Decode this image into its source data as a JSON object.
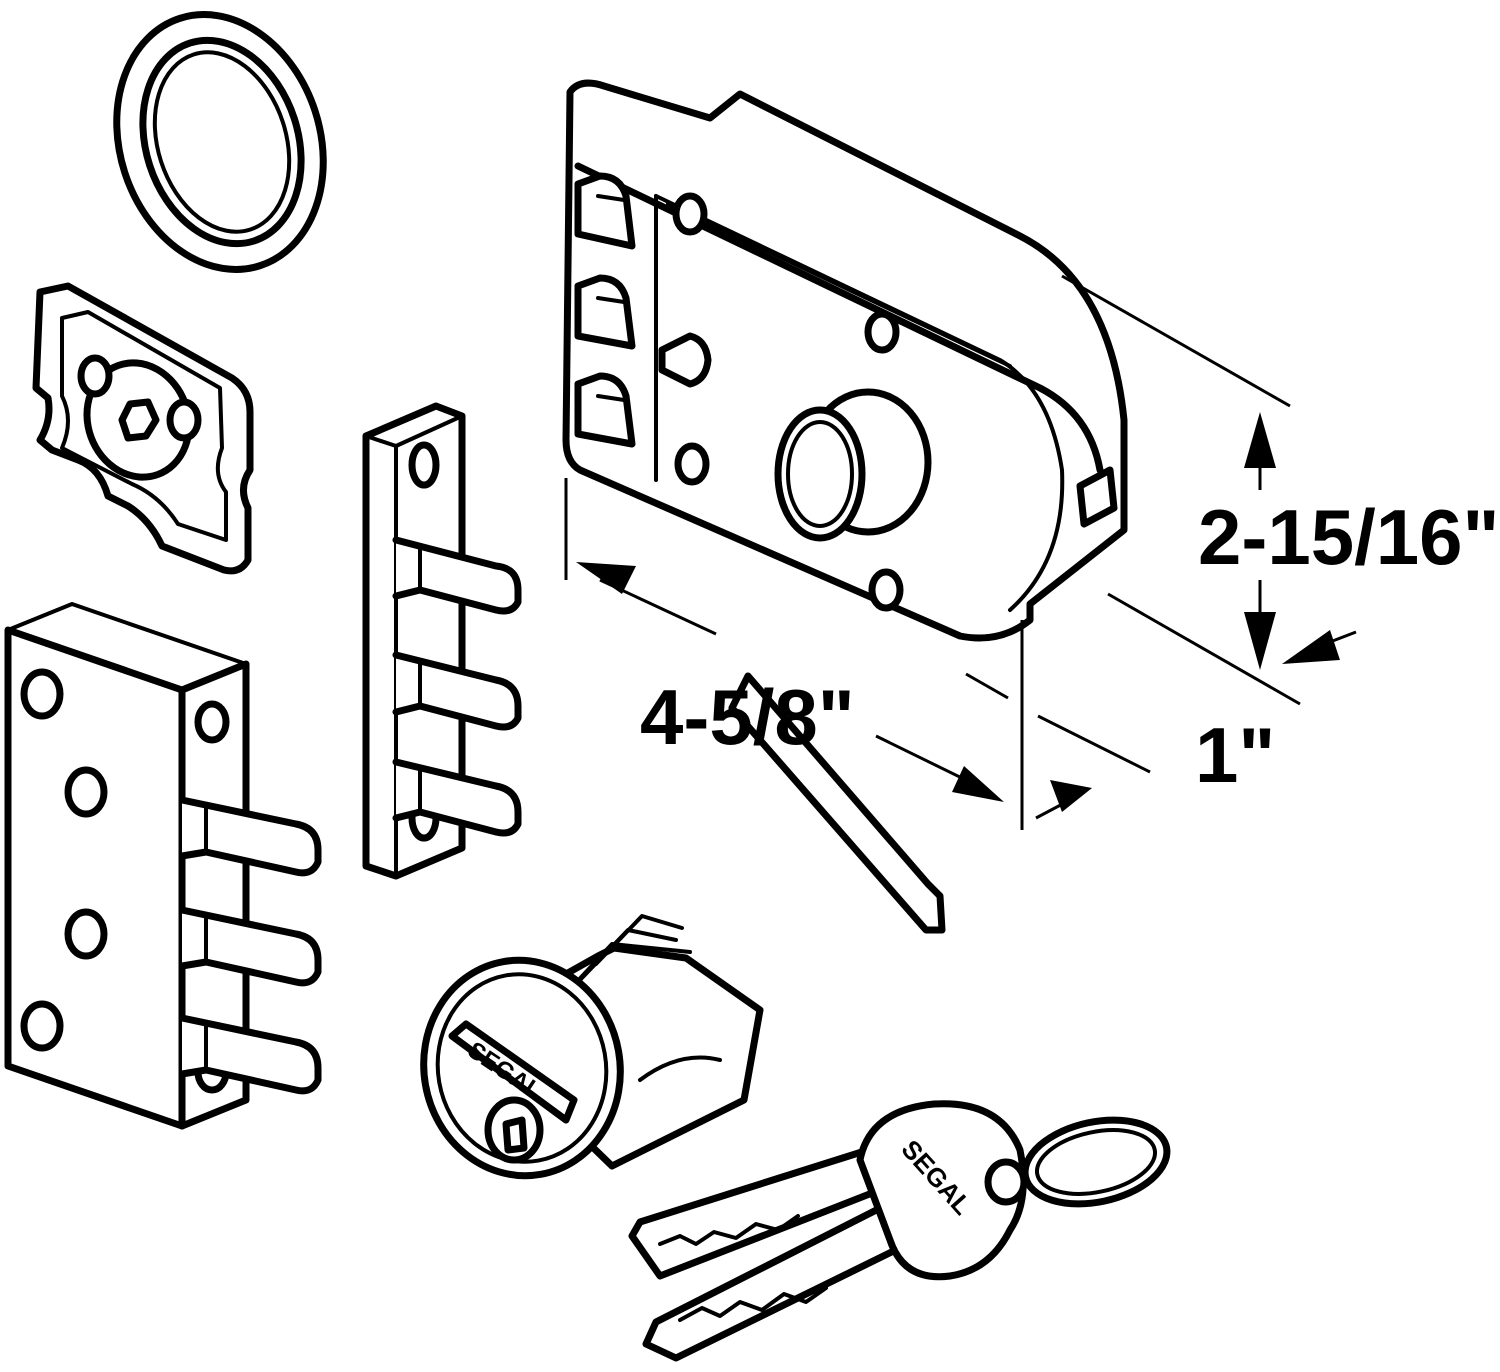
{
  "dimensions": {
    "height": "2-15/16\"",
    "width": "4-5/8\"",
    "depth": "1\""
  },
  "cylinder": {
    "brand": "SEGAL"
  },
  "keys": {
    "brand": "SEGAL"
  },
  "colors": {
    "line": "#000000",
    "background": "#ffffff"
  }
}
